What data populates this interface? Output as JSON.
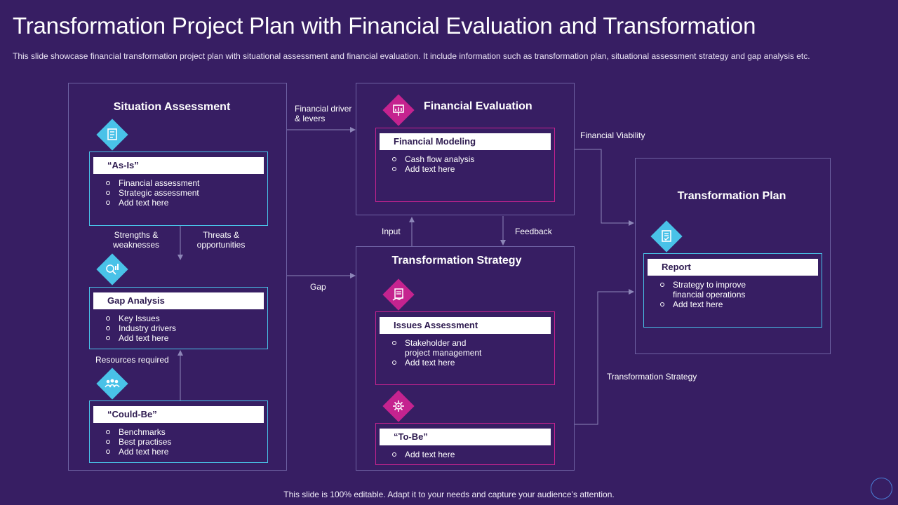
{
  "title": "Transformation Project Plan with Financial Evaluation and Transformation",
  "subtitle": "This slide showcase financial transformation project plan with situational assessment and financial evaluation. It include information such as transformation plan, situational assessment strategy  and gap analysis etc.",
  "footer": "This slide is 100% editable. Adapt it to your needs and capture your audience’s attention.",
  "colors": {
    "background": "#371e63",
    "blue": "#49c2e8",
    "pink": "#c5238f",
    "panel_border": "#6e62a3"
  },
  "situation": {
    "title": "Situation Assessment",
    "as_is": {
      "head": "“As-Is”",
      "items": [
        "Financial assessment",
        "Strategic assessment",
        "Add text here"
      ]
    },
    "gap": {
      "head": "Gap Analysis",
      "items": [
        "Key Issues",
        "Industry drivers",
        "Add text here"
      ]
    },
    "could_be": {
      "head": "“Could-Be”",
      "items": [
        "Benchmarks",
        "Best practises",
        "Add text here"
      ]
    },
    "label_strengths": "Strengths &\nweaknesses",
    "label_threats": "Threats &\nopportunities",
    "label_resources": "Resources required"
  },
  "financial": {
    "title": "Financial Evaluation",
    "modeling": {
      "head": "Financial Modeling",
      "items": [
        "Cash flow analysis",
        "Add text here"
      ]
    }
  },
  "strategy": {
    "title": "Transformation Strategy",
    "issues": {
      "head": "Issues Assessment",
      "items": [
        "Stakeholder and\nproject management",
        "Add text here"
      ]
    },
    "to_be": {
      "head": "“To-Be”",
      "items": [
        "Add text here"
      ]
    }
  },
  "plan": {
    "title": "Transformation Plan",
    "report": {
      "head": "Report",
      "items": [
        "Strategy to improve\nfinancial operations",
        "Add text here"
      ]
    }
  },
  "flow_labels": {
    "financial_driver": "Financial driver\n& levers",
    "gap": "Gap",
    "input": "Input",
    "feedback": "Feedback",
    "financial_viability": "Financial Viability",
    "transformation_strategy": "Transformation Strategy"
  }
}
